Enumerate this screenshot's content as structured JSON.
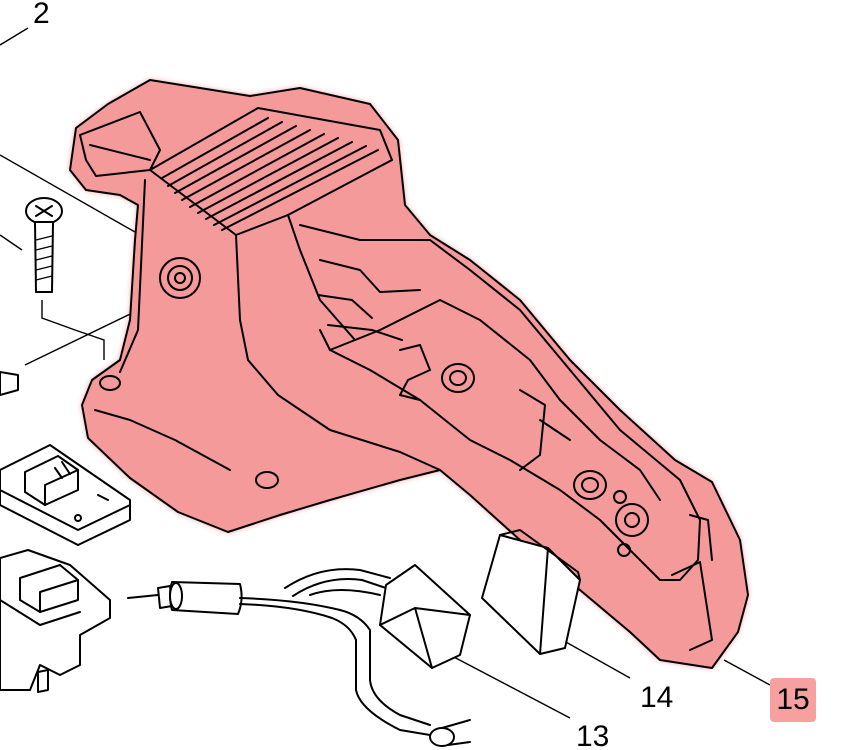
{
  "callouts": {
    "part_2": "2",
    "part_13": "13",
    "part_14": "14",
    "part_15": "15"
  },
  "highlight": {
    "part": "15",
    "fill_color": "#f59a9a",
    "edge_color": "#e02020",
    "badge_color": "#f6a0a0"
  },
  "icons": [
    "screw-icon",
    "switch-icon",
    "capacitor-icon",
    "carbon-brush-icon",
    "wire-lead-icon"
  ]
}
